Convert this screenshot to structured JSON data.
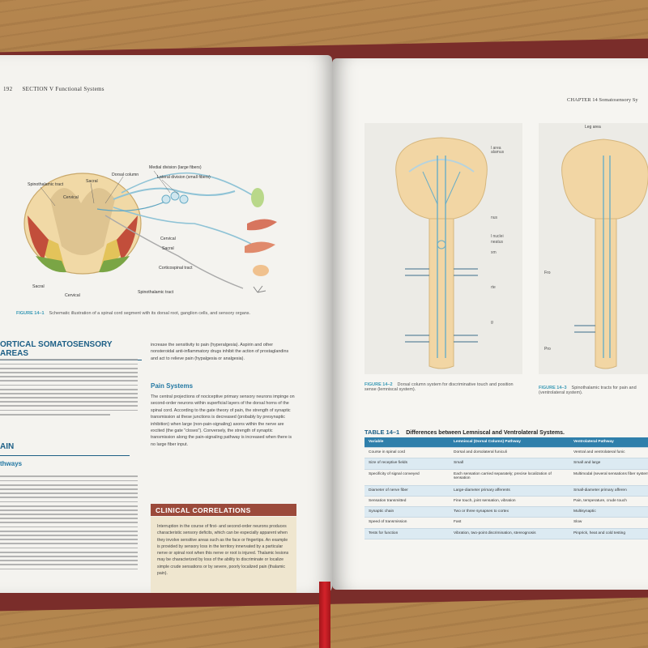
{
  "left_page": {
    "page_number": "192",
    "running_head": "SECTION V  Functional Systems",
    "figure": {
      "labels": {
        "spinothalamic_tract": "Spinothalamic tract",
        "sacral_top": "Sacral",
        "cervical_top": "Cervical",
        "dorsal_column": "Dorsal column",
        "medial_division": "Medial division (large fibers)",
        "lateral_division": "Lateral division (small fibers)",
        "cervical_right": "Cervical",
        "sacral_right": "Sacral",
        "corticospinal_tract": "Corticospinal tract",
        "sacral_bottom": "Sacral",
        "cervical_bottom": "Cervical",
        "spinothalamic_bottom": "Spinothalamic tract"
      },
      "caption_number": "FIGURE 14–1",
      "caption_text": "Schematic illustration of a spinal cord segment with its dorsal root, ganglion cells, and sensory organs."
    },
    "heading_cortical": "ORTICAL SOMATOSENSORY AREAS",
    "heading_pain": "Pain Systems",
    "heading_pain_left": "AIN",
    "heading_pathways": "thways",
    "right_col_lead": "increase the sensitivity to pain (hyperalgesia). Aspirin and other nonsteroidal anti-inflammatory drugs inhibit the action of prostaglandins and act to relieve pain (hypalgesia or analgesia).",
    "pain_text": "The central projections of nociceptive primary sensory neurons impinge on second-order neurons within superficial layers of the dorsal horns of the spinal cord. According to the gate theory of pain, the strength of synaptic transmission at these junctions is decreased (probably by presynaptic inhibition) when large (non-pain-signaling) axons within the nerve are excited (the gate \"closes\"). Conversely, the strength of synaptic transmission along the pain-signaling pathway is increased when there is no large fiber input.",
    "clinical_title": "CLINICAL CORRELATIONS",
    "clinical_text": "Interruption in the course of first- and second-order neurons produces characteristic sensory deficits, which can be especially apparent when they involve sensitive areas such as the face or fingertips. An example is provided by sensory loss in the territory innervated by a particular nerve or spinal root when this nerve or root is injured. Thalamic lesions may be characterized by loss of the ability to discriminate or localize simple crude sensations or by severe, poorly localized pain (thalamic pain)."
  },
  "right_page": {
    "chapter_head": "CHAPTER 14  Somatosensory Sy",
    "fig2_caption_number": "FIGURE 14–2",
    "fig2_caption_text": "Dorsal column system for discriminative touch and position sense (lemniscal system).",
    "fig3_caption_number": "FIGURE 14–3",
    "fig3_caption_text": "Spinothalamic tracts for pain and (ventrolateral system).",
    "fig3_leg_area": "Leg area",
    "fig3_fro": "Fro",
    "fig3_pro": "Pro",
    "fig2_labels": [
      "l area",
      "alamus",
      "nus",
      "l nuclei",
      "neatus",
      "xm",
      "rte",
      "g"
    ],
    "table_number": "TABLE 14–1",
    "table_title": "Differences between Lemniscal and Ventrolateral Systems.",
    "table": {
      "headers": [
        "Variable",
        "Lemniscal (Dorsal Column) Pathway",
        "Ventrolateral Pathway"
      ],
      "rows": [
        [
          "Course in spinal cord",
          "Dorsal and dorsolateral funiculi",
          "Ventral and ventrolateral funic"
        ],
        [
          "Size of receptive fields",
          "Small",
          "Small and large"
        ],
        [
          "Specificity of signal conveyed",
          "Each sensation carried separately; precise localization of sensation",
          "Multimodal (several sensations fiber system)"
        ],
        [
          "Diameter of nerve fiber",
          "Large-diameter primary afferents",
          "Small-diameter primary afferen"
        ],
        [
          "Sensation transmitted",
          "Fine touch, joint sensation, vibration",
          "Pain, temperature, crude touch"
        ],
        [
          "Synaptic chain",
          "Two or three synapses to cortex",
          "Multisynaptic"
        ],
        [
          "Speed of transmission",
          "Fast",
          "Slow"
        ],
        [
          "Tests for function",
          "Vibration, two-point discrimination, stereognosis",
          "Pinprick, heat and cold testing"
        ]
      ]
    }
  },
  "colors": {
    "heading_blue": "#1d5f86",
    "table_header_blue": "#2f7fab",
    "clinical_bar": "#9b4a3b",
    "ribbon_red": "#d4232a"
  }
}
